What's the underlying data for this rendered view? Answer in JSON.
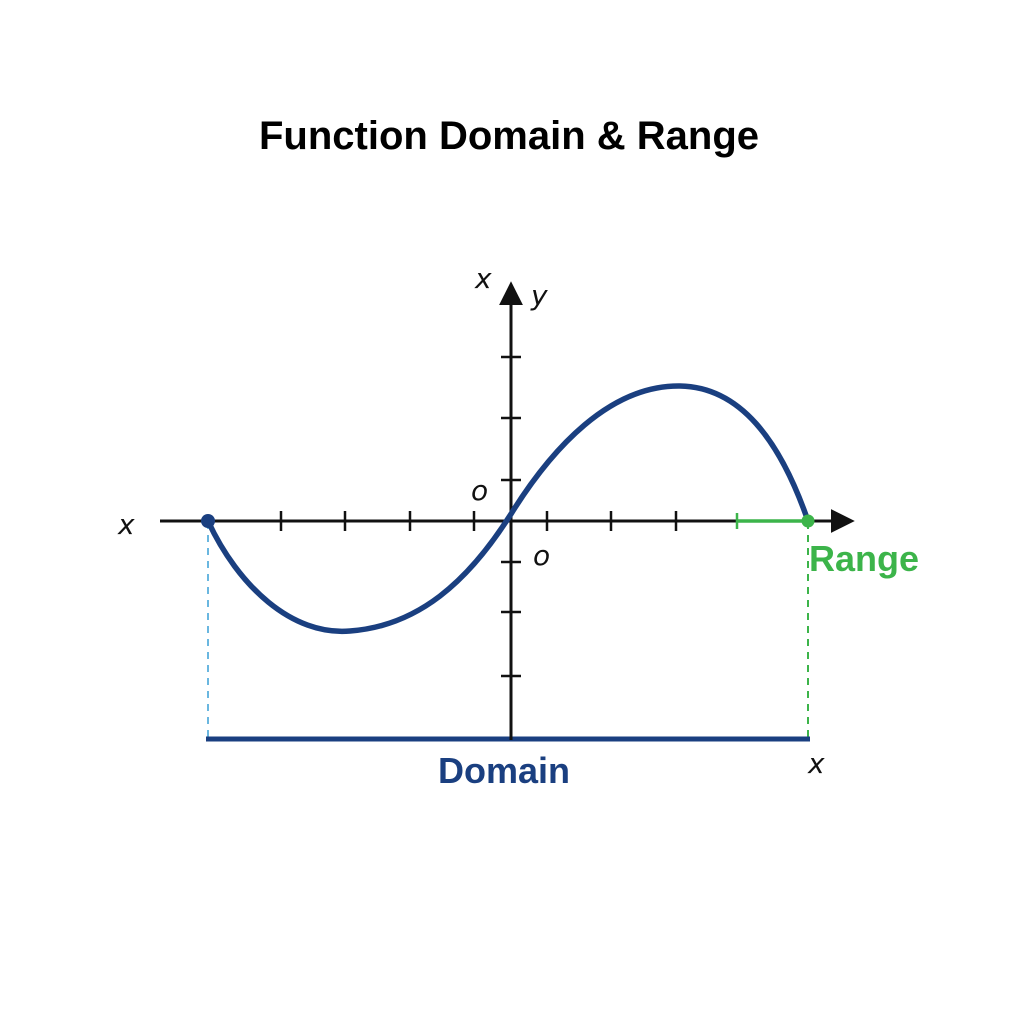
{
  "title": "Function Domain & Range",
  "labels": {
    "y_axis_top_left": "x",
    "y_axis_top_right": "y",
    "x_axis_left": "x",
    "origin_upper": "o",
    "origin_lower": "o",
    "bottom_right_x": "x",
    "range": "Range",
    "domain": "Domain"
  },
  "colors": {
    "curve": "#1a3f80",
    "axis": "#111111",
    "domain": "#1a3f80",
    "range": "#3cb44a",
    "left_guide": "#6ab7e0",
    "title": "#000000"
  }
}
